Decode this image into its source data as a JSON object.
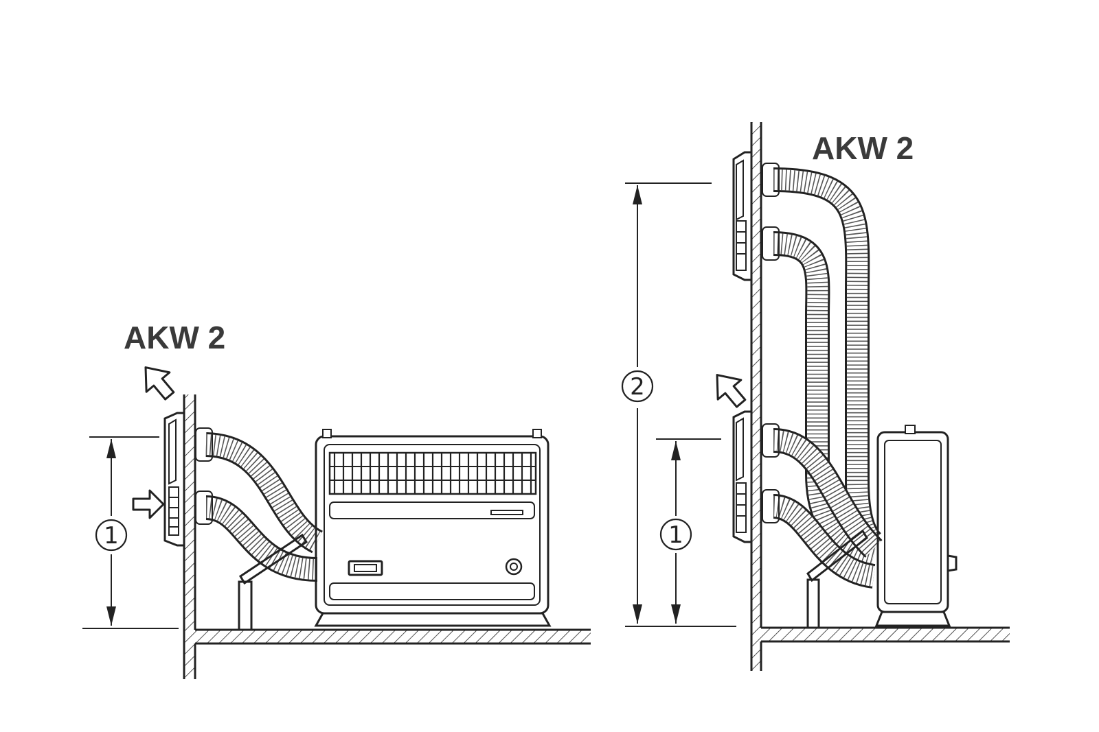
{
  "left_figure": {
    "label": "AKW 2",
    "dimension_1": "1"
  },
  "right_figure": {
    "label": "AKW 2",
    "dimension_1": "1",
    "dimension_2": "2"
  },
  "colors": {
    "line": "#222222",
    "label": "#3a3a3a",
    "background": "#ffffff"
  },
  "icons": [
    "exhaust-arrow-icon",
    "intake-arrow-icon",
    "flexible-hose",
    "wall-terminal",
    "gas-heater"
  ]
}
